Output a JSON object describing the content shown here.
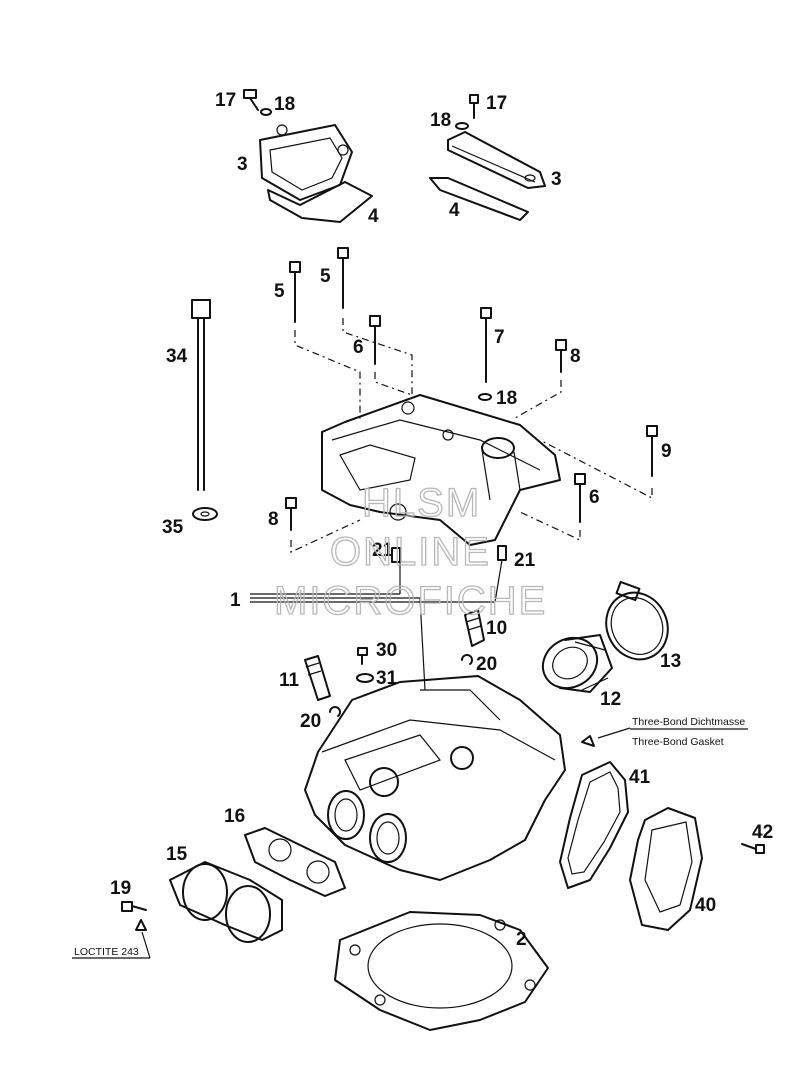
{
  "labels": {
    "p1": "1",
    "p2": "2",
    "p3a": "3",
    "p3b": "3",
    "p4a": "4",
    "p4b": "4",
    "p5a": "5",
    "p5b": "5",
    "p6a": "6",
    "p6b": "6",
    "p7": "7",
    "p8a": "8",
    "p8b": "8",
    "p9": "9",
    "p10": "10",
    "p11": "11",
    "p12": "12",
    "p13": "13",
    "p15": "15",
    "p16": "16",
    "p17a": "17",
    "p17b": "17",
    "p18a": "18",
    "p18b": "18",
    "p18c": "18",
    "p19": "19",
    "p20a": "20",
    "p20b": "20",
    "p21a": "21",
    "p21b": "21",
    "p30": "30",
    "p31": "31",
    "p34": "34",
    "p35": "35",
    "p40": "40",
    "p41": "41",
    "p42": "42"
  },
  "notes": {
    "sealant_de": "Three-Bond Dichtmasse",
    "sealant_en": "Three-Bond Gasket",
    "loctite": "LOCTITE 243"
  },
  "watermark": {
    "line1": "HLSM",
    "line2": "ONLINE",
    "line3": "MICROFICHE",
    "color": "#b8b8b8"
  },
  "colors": {
    "ink": "#111111",
    "paper": "#ffffff"
  }
}
